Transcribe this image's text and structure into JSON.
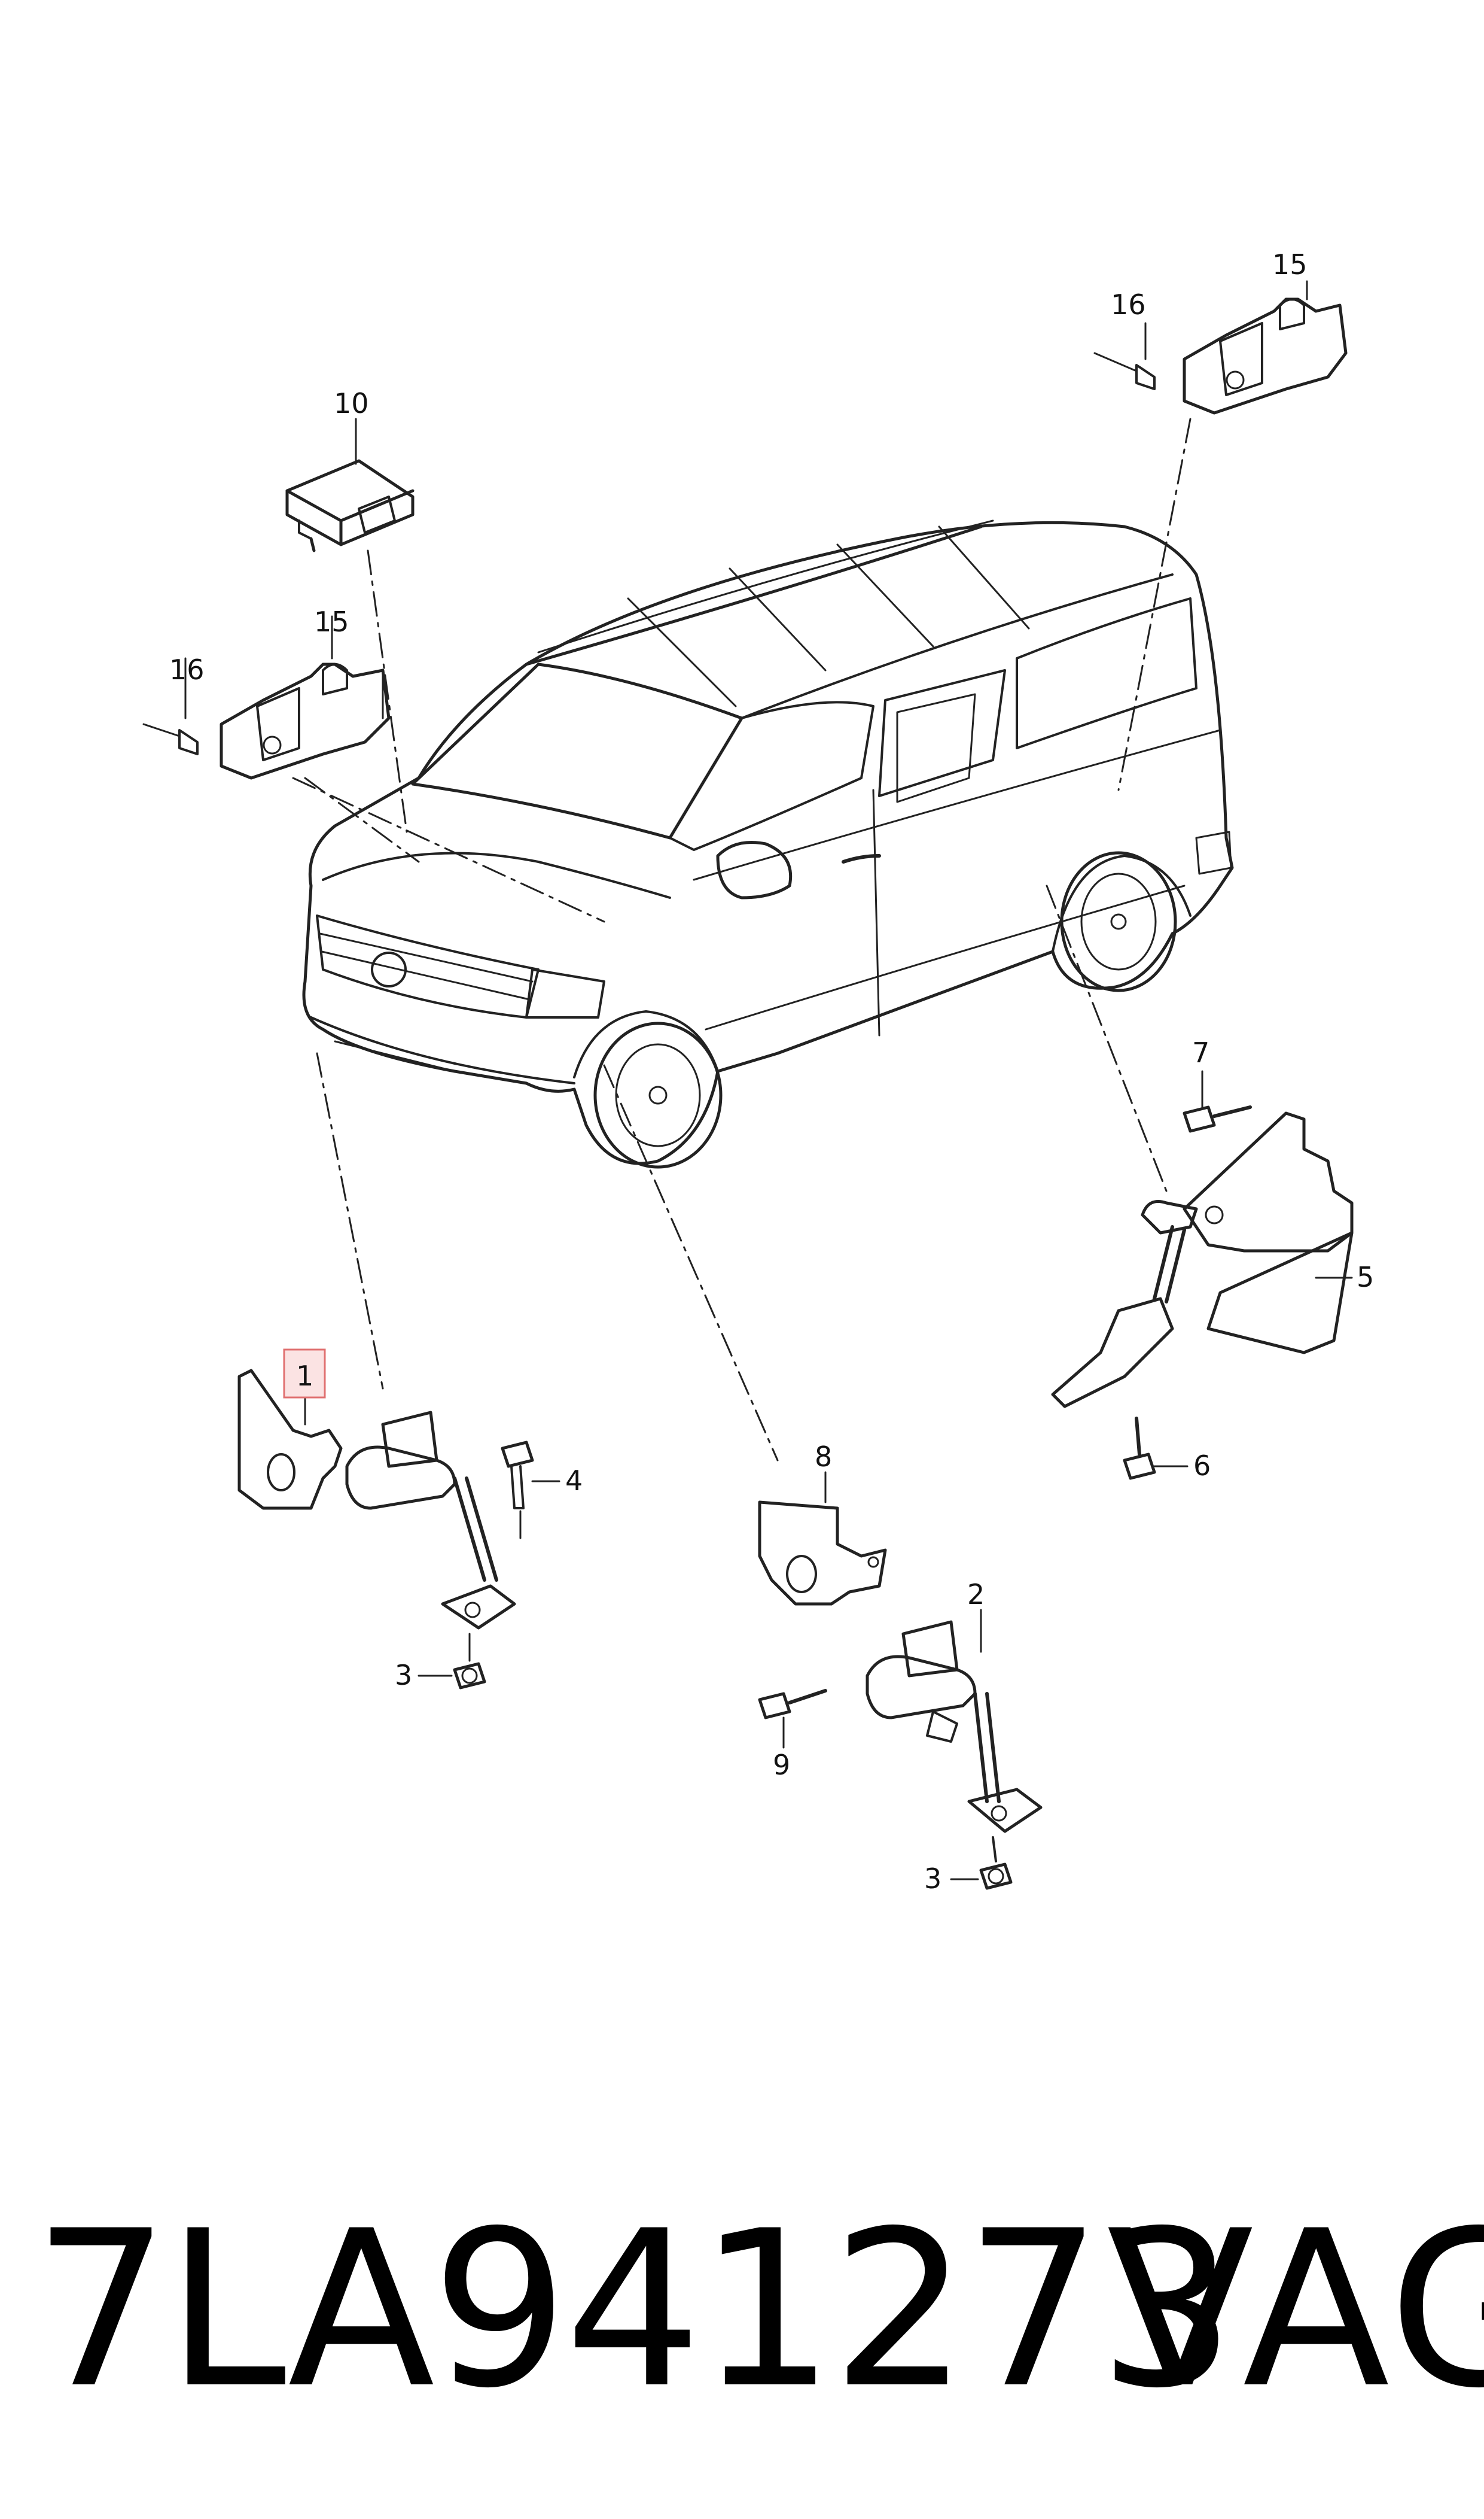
{
  "callouts": {
    "c1": "1",
    "c2": "2",
    "c3a": "3",
    "c3b": "3",
    "c4": "4",
    "c5": "5",
    "c6": "6",
    "c7": "7",
    "c8": "8",
    "c9": "9",
    "c10": "10",
    "c15a": "15",
    "c15b": "15",
    "c16a": "16",
    "c16b": "16"
  },
  "footer": {
    "part_number": "7LA941273",
    "brand": "VAG"
  },
  "colors": {
    "line": "#222222",
    "highlight_fill": "#fbe3e3",
    "highlight_border": "#e07070"
  }
}
